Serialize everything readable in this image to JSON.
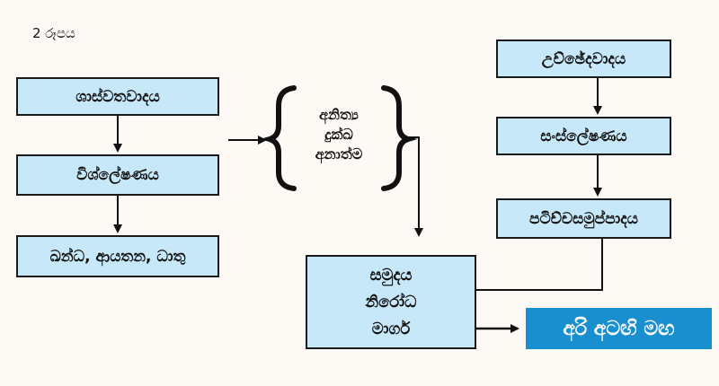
{
  "figure_label": "2 රූපය",
  "left_column": [
    "ශාස්වතවාදය",
    "විශ්ලේෂණය",
    "ඛන්ධ, ආයතන, ධාතු"
  ],
  "right_column": [
    "උච්ඡේදවාදය",
    "සංස්ලේෂණය",
    "පටිච්චසමුප්පාදය"
  ],
  "three_marks": [
    "අනිත්‍ය",
    "දුක්ඛ",
    "අනාත්ම"
  ],
  "four_truths": [
    "සමුදය",
    "නිරෝධ",
    "මාර්ග"
  ],
  "result": "අරි අටඟි මඟ"
}
